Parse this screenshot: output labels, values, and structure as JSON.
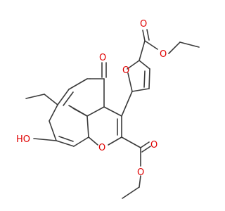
{
  "molecule": {
    "atom_labels": {
      "furan_ester_carbonyl_O": "O",
      "furan_ester_ether_O": "O",
      "furan_ring_O": "O",
      "ketone_O": "O",
      "chromene_ring_O": "O",
      "chain_ester_ether_O": "O",
      "chain_ester_carbonyl_O": "O",
      "hydroxyl": "HO"
    },
    "colors": {
      "bond": "#3a3a3a",
      "oxygen": "#e00000",
      "background": "#ffffff"
    }
  }
}
